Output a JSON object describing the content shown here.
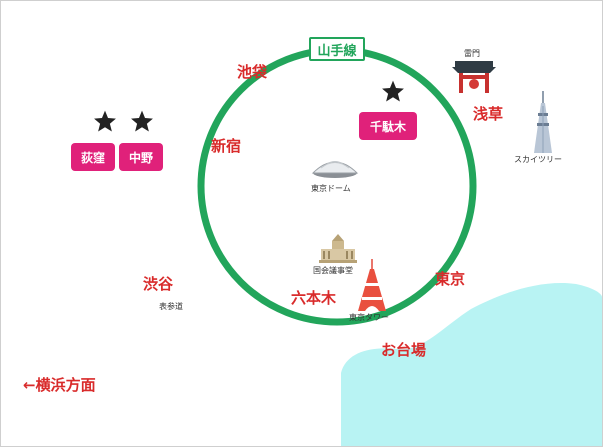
{
  "map": {
    "line_name": "山手線",
    "colors": {
      "loop": "#22a55b",
      "sea": "#b8f3f3",
      "label_red": "#d92b2b",
      "badge": "#e0217a"
    },
    "areas": {
      "ikebukuro": "池袋",
      "shinjuku": "新宿",
      "shibuya": "渋谷",
      "asakusa": "浅草",
      "tokyo": "東京",
      "roppongi": "六本木",
      "odaiba": "お台場",
      "yokohama": "←横浜方面"
    },
    "landmarks": {
      "kaminarimon": "雷門",
      "skytree": "スカイツリー",
      "tokyo_dome": "東京ドーム",
      "diet": "国会議事堂",
      "tokyo_tower": "東京タワー",
      "omotesando": "表参道"
    },
    "highlights": {
      "sendagi": "千駄木",
      "ogikubo": "荻窪",
      "nakano": "中野"
    }
  }
}
